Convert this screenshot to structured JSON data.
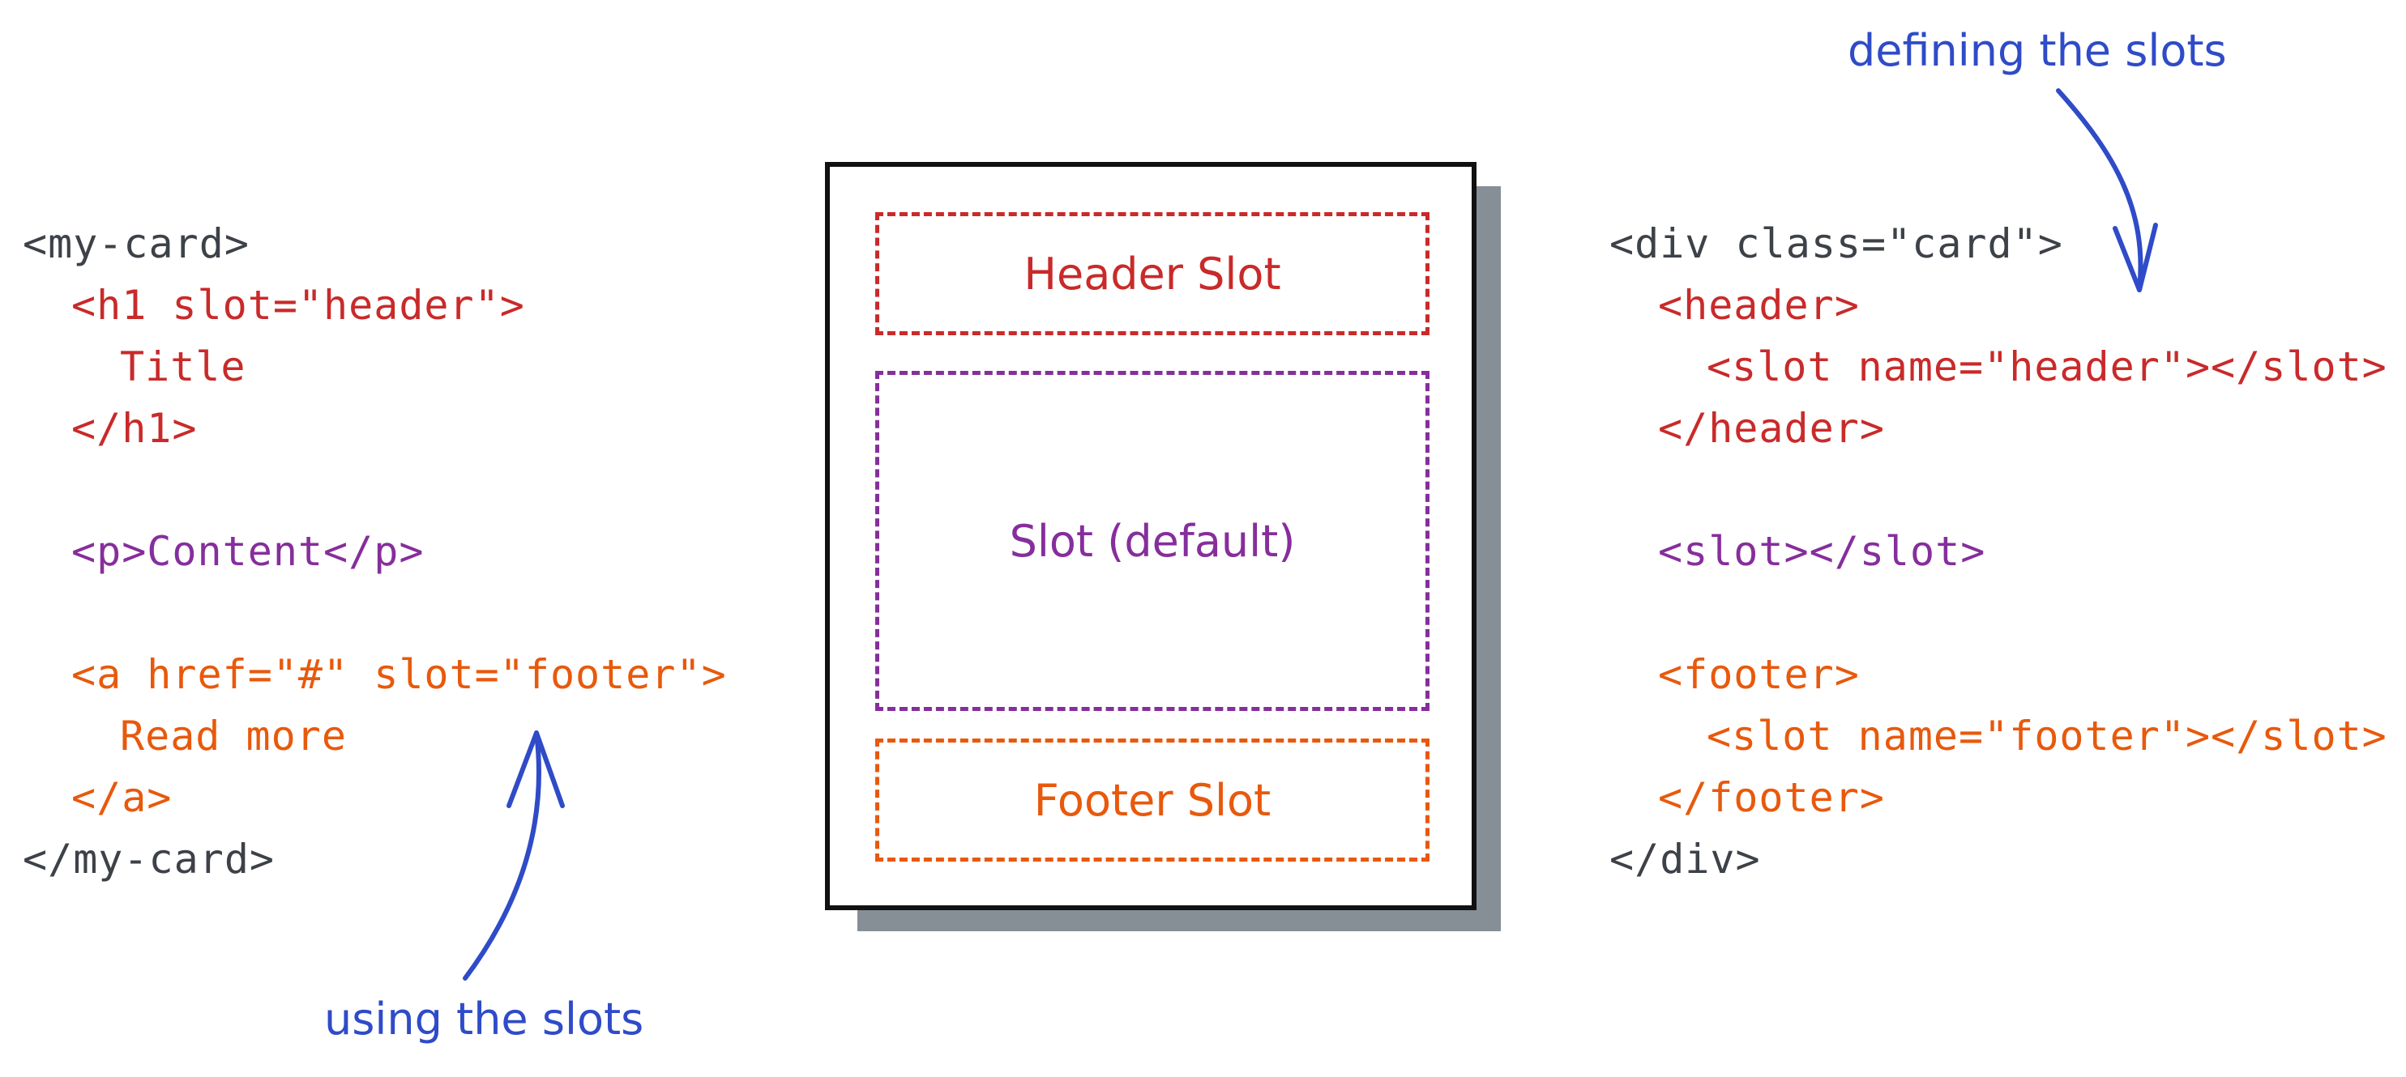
{
  "left_code": {
    "line1": "<my-card>",
    "line2": "<h1 slot=\"header\">",
    "line3": "Title",
    "line4": "</h1>",
    "line5": "<p>Content</p>",
    "line6": "<a href=\"#\" slot=\"footer\">",
    "line7": "Read more",
    "line8": "</a>",
    "line9": "</my-card>"
  },
  "right_code": {
    "line1": "<div class=\"card\">",
    "line2": "<header>",
    "line3": "<slot name=\"header\"></slot>",
    "line4": "</header>",
    "line5": "<slot></slot>",
    "line6": "<footer>",
    "line7": "<slot name=\"footer\"></slot>",
    "line8": "</footer>",
    "line9": "</div>"
  },
  "card": {
    "header_slot": "Header Slot",
    "default_slot": "Slot (default)",
    "footer_slot": "Footer Slot"
  },
  "annotations": {
    "using": "using the slots",
    "defining": "defining the slots"
  },
  "colors": {
    "neutral": "#3d4148",
    "header": "#c92a2a",
    "default": "#862e9c",
    "footer": "#e8590c",
    "annotation": "#2f4bc8",
    "shadow": "#868e96"
  }
}
